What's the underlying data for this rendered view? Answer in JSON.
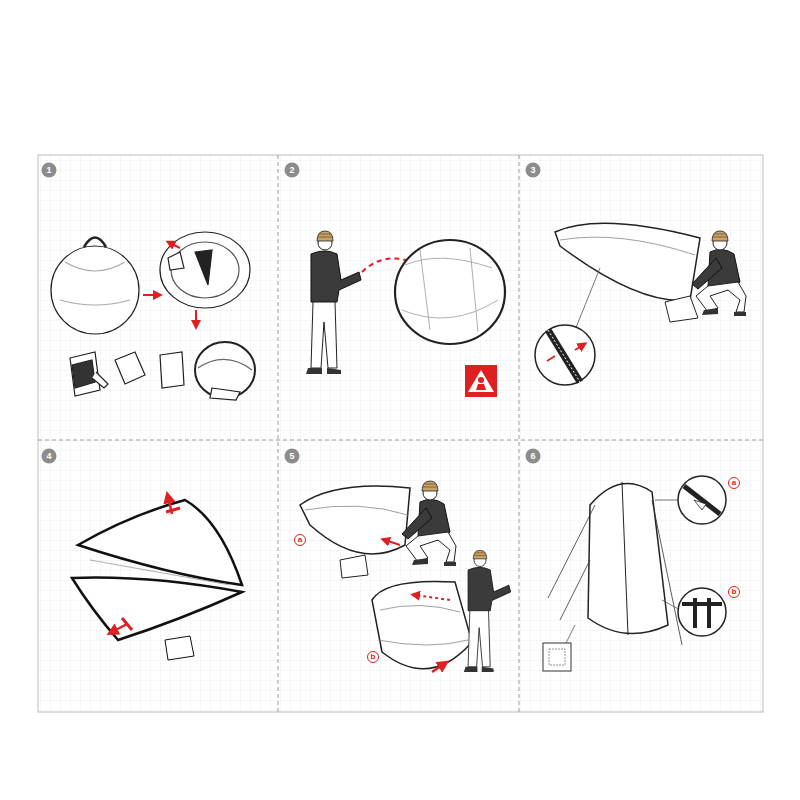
{
  "diagram": {
    "nodes": [
      {
        "text": [
          "1"
        ]
      },
      {
        "text": [
          "2"
        ]
      },
      {
        "text": [
          "3"
        ]
      },
      {
        "text": [
          "4"
        ]
      },
      {
        "text": [
          "5"
        ]
      },
      {
        "text": [
          "6"
        ]
      }
    ],
    "labels": [
      "a",
      "b",
      "a",
      "b"
    ]
  }
}
